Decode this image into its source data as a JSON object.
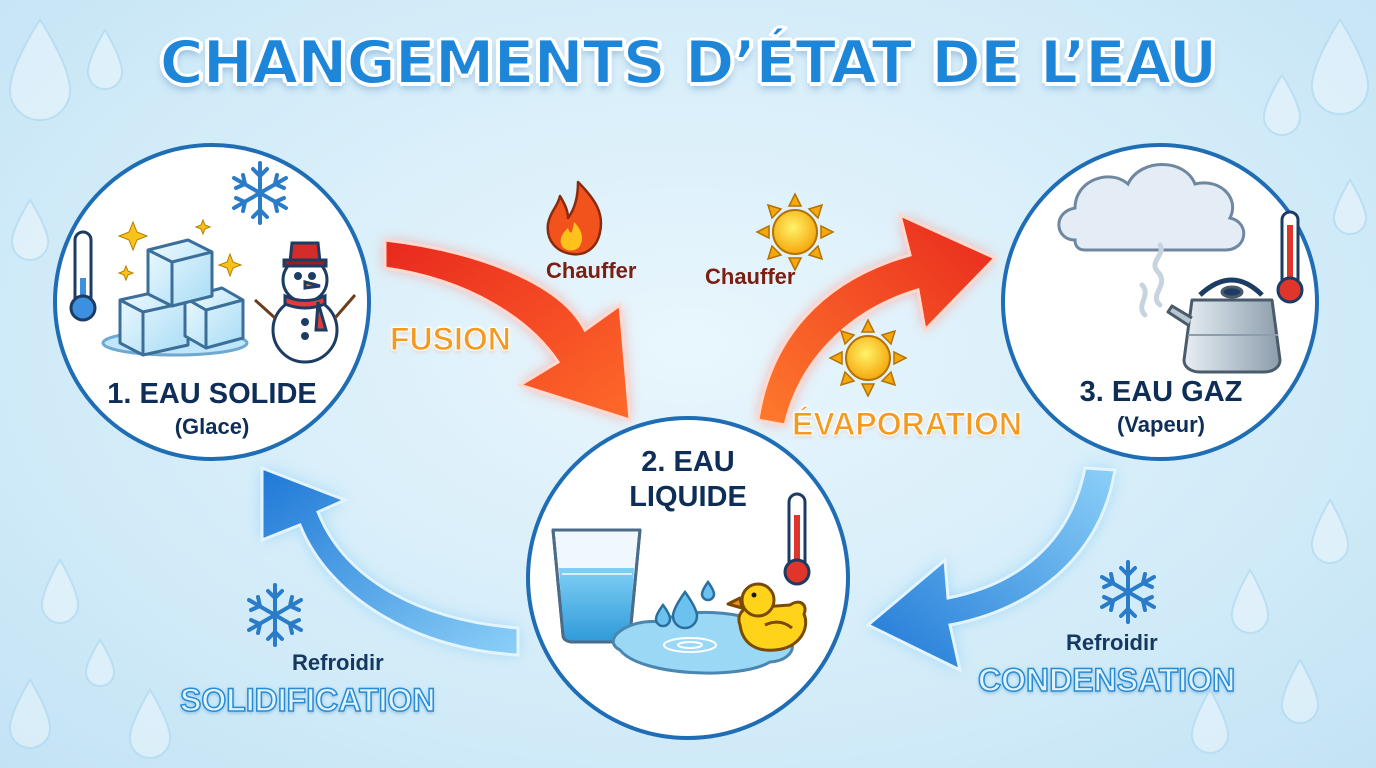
{
  "title": "CHANGEMENTS D’ÉTAT DE L’EAU",
  "states": {
    "solid": {
      "name": "1. EAU SOLIDE",
      "sub": "(Glace)"
    },
    "liquid": {
      "name_line1": "2. EAU",
      "name_line2": "LIQUIDE"
    },
    "gas": {
      "name": "3. EAU GAZ",
      "sub": "(Vapeur)"
    }
  },
  "transitions": {
    "fusion": {
      "action": "Chauffer",
      "process": "FUSION"
    },
    "evaporation": {
      "action": "Chauffer",
      "process": "ÉVAPORATION"
    },
    "condensation": {
      "action": "Refroidir",
      "process": "CONDENSATION"
    },
    "solidification": {
      "action": "Refroidir",
      "process": "SOLIDIFICATION"
    }
  },
  "colors": {
    "heat_arrow": "#f0432b",
    "cool_arrow": "#2f8fe0",
    "circle_border": "#1f6db5",
    "title": "#1e86d8"
  },
  "icons": [
    "snowflake-icon",
    "ice-cubes-icon",
    "snowman-icon",
    "thermometer-cold-icon",
    "flame-icon",
    "sun-icon",
    "cloud-icon",
    "kettle-icon",
    "thermometer-hot-icon",
    "glass-of-water-icon",
    "puddle-icon",
    "rubber-duck-icon",
    "water-drop-icon"
  ]
}
